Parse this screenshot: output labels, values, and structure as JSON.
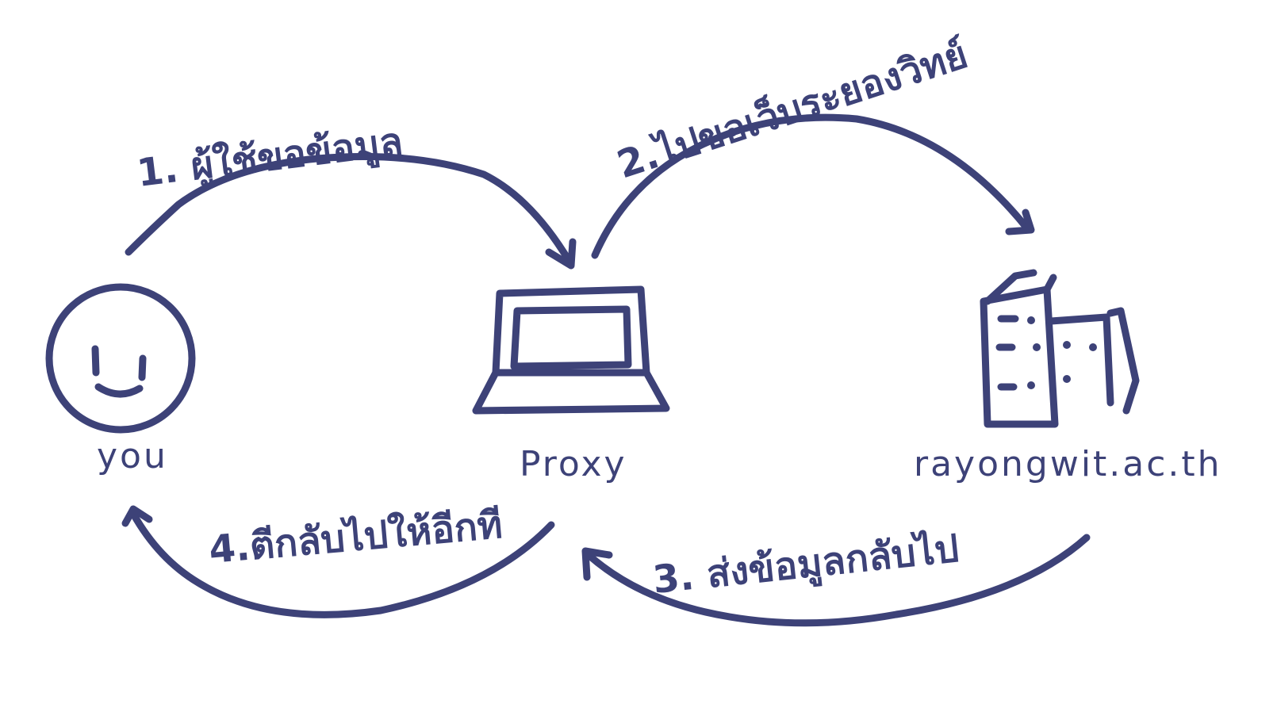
{
  "nodes": {
    "you": "you",
    "proxy": "Proxy",
    "server": "rayongwit.ac.th"
  },
  "steps": {
    "step1": "1. ผู้ใช้ขอข้อมูล",
    "step2": "2.ไปขอเว็บระยองวิทย์",
    "step3": "3. ส่งข้อมูลกลับไป",
    "step4": "4.ตีกลับไปให้อีกที"
  },
  "colors": {
    "ink": "#3d4278",
    "background": "#ffffff"
  }
}
